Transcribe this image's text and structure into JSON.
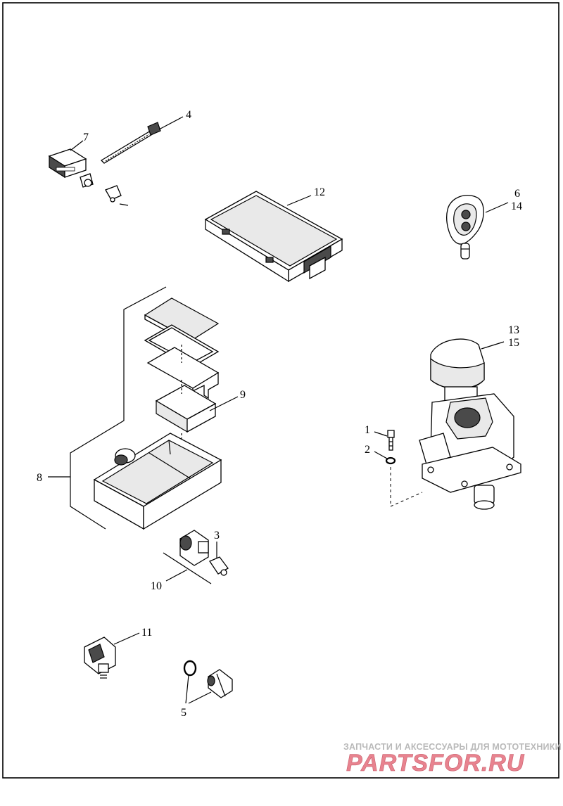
{
  "callouts": {
    "c1": "1",
    "c2": "2",
    "c3": "3",
    "c4": "4",
    "c5": "5",
    "c6": "6",
    "c7": "7",
    "c8": "8",
    "c9": "9",
    "c10": "10",
    "c11": "11",
    "c12": "12",
    "c13": "13",
    "c14": "14",
    "c15": "15"
  },
  "watermark": {
    "tagline": "ЗАПЧАСТИ И АКСЕССУАРЫ ДЛЯ МОТОТЕХНИКИ",
    "logo": "PARTSFOR.RU",
    "logo_color": "#e8838f"
  },
  "colors": {
    "border": "#000000",
    "background": "#ffffff"
  }
}
